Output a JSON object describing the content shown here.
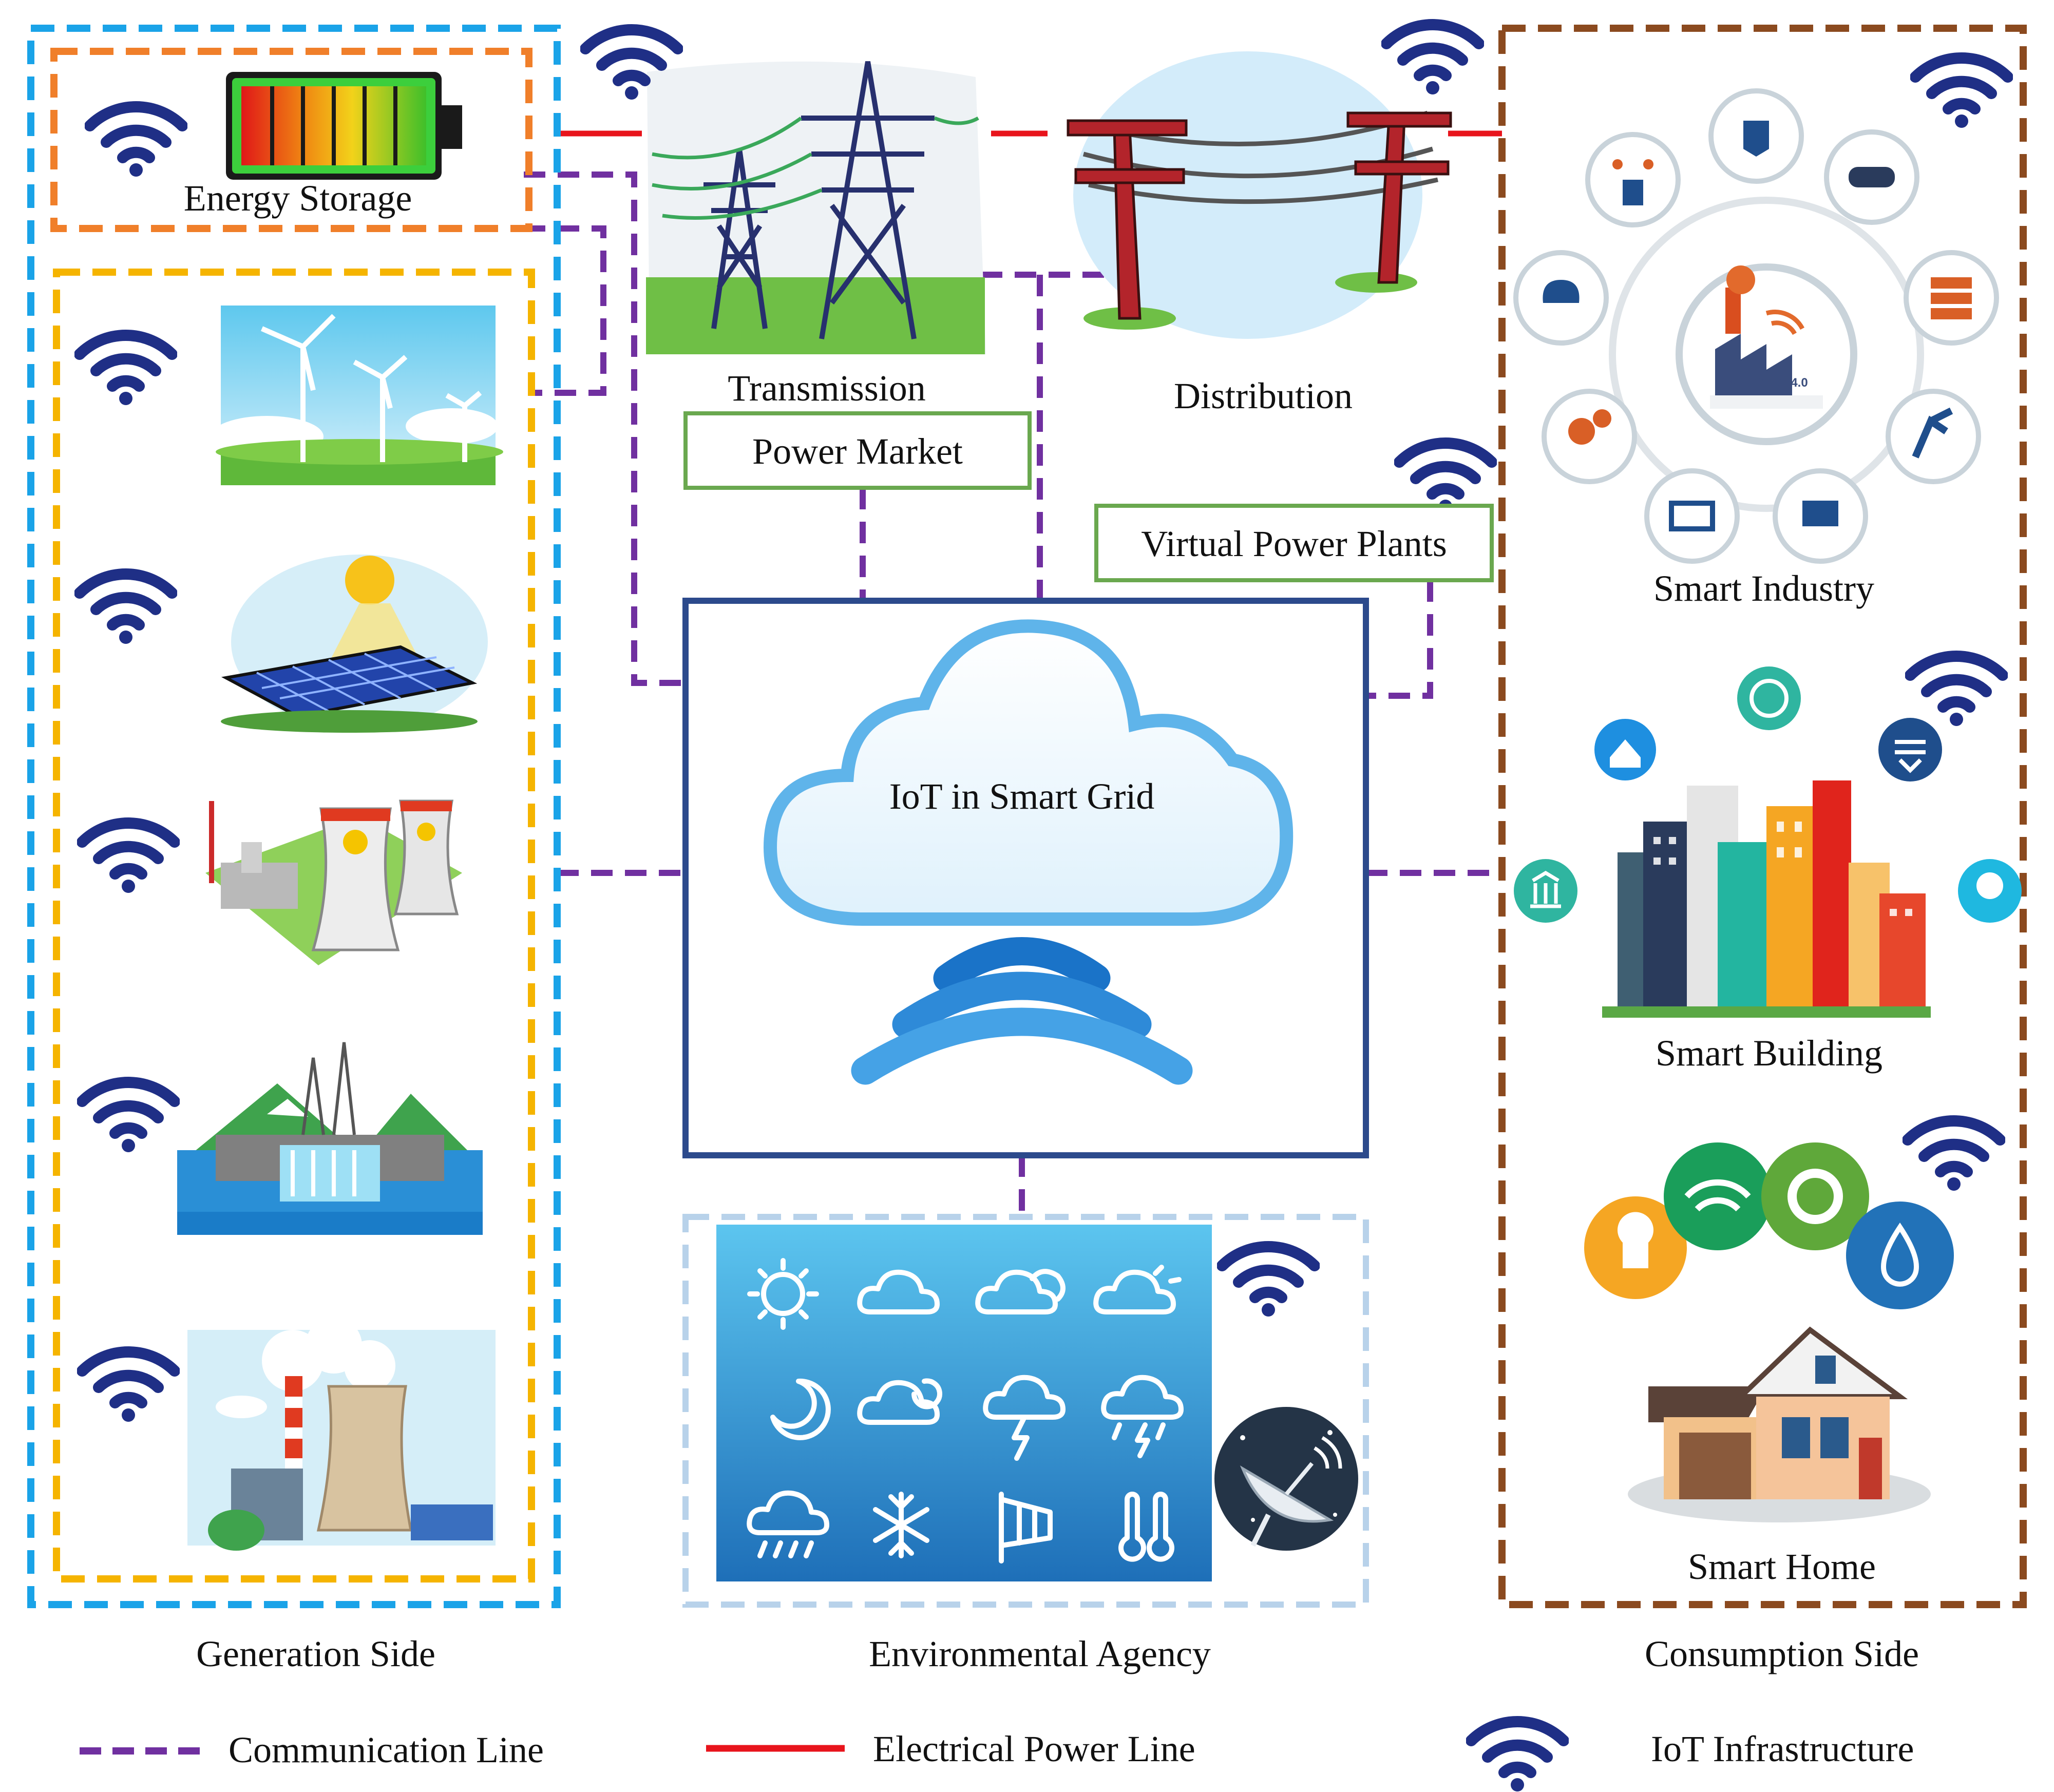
{
  "labels": {
    "energy_storage": "Energy Storage",
    "transmission": "Transmission",
    "distribution": "Distribution",
    "power_market": "Power Market",
    "virtual_power_plants": "Virtual Power Plants",
    "iot_smart_grid": "IoT in Smart Grid",
    "smart_industry": "Smart Industry",
    "smart_building": "Smart Building",
    "smart_home": "Smart Home",
    "generation_side": "Generation Side",
    "environmental_agency": "Environmental Agency",
    "consumption_side": "Consumption Side",
    "industry_badge": "INDUSTRY 4.0"
  },
  "legend": {
    "communication_line": "Communication Line",
    "electrical_power_line": "Electrical Power Line",
    "iot_infrastructure": "IoT Infrastructure"
  },
  "colors": {
    "generation_box": "#1aa3e8",
    "storage_box": "#f07f2a",
    "sources_box": "#f5b400",
    "consumption_box": "#8b4a1f",
    "agency_box": "#b8d2ea",
    "communication_line": "#7030a0",
    "power_line": "#e8141c",
    "wifi_icon": "#1f2f86",
    "label_box": "#6aa84f",
    "cloud": "#5fb4ea"
  }
}
